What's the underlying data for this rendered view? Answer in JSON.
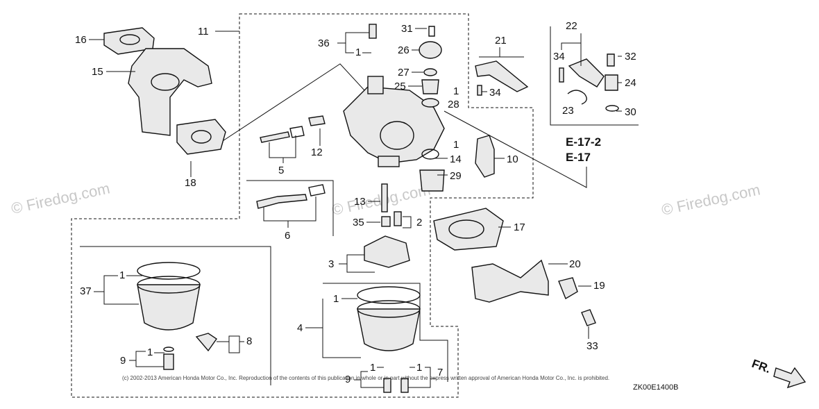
{
  "watermark": "© Firedog.com",
  "copyright": "(c) 2002-2013 American Honda Motor Co., Inc. Reproduction of the contents of this publication in whole or in part without the express written approval of American Honda Motor Co., Inc. is prohibited.",
  "diagram_code": "ZK00E1400B",
  "front_marker": "FR.",
  "references": {
    "ref_a": "E-17-2",
    "ref_b": "E-17"
  },
  "labels": {
    "p1": "1",
    "p2": "2",
    "p3": "3",
    "p4": "4",
    "p5": "5",
    "p6": "6",
    "p7": "7",
    "p8": "8",
    "p9": "9",
    "p10": "10",
    "p11": "11",
    "p12": "12",
    "p13": "13",
    "p14": "14",
    "p15": "15",
    "p16": "16",
    "p17": "17",
    "p18": "18",
    "p19": "19",
    "p20": "20",
    "p21": "21",
    "p22": "22",
    "p23": "23",
    "p24": "24",
    "p25": "25",
    "p26": "26",
    "p27": "27",
    "p28": "28",
    "p29": "29",
    "p30": "30",
    "p31": "31",
    "p32": "32",
    "p33": "33",
    "p34": "34",
    "p35": "35",
    "p36": "36",
    "p37": "37"
  }
}
